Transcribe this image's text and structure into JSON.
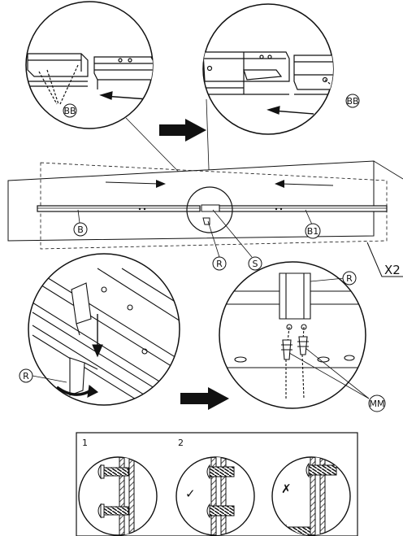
{
  "callouts": {
    "bb_top_left": "BB",
    "bb_top_right": "BB",
    "b": "B",
    "b1": "B1",
    "r_center": "R",
    "s_center": "S",
    "r_bracket_zoom": "R",
    "r_tilt_zoom": "R",
    "mm": "MM"
  },
  "quantity": "X2",
  "steps": {
    "one": "1",
    "two": "2"
  },
  "marks": {
    "correct": "✓",
    "wrong": "✗"
  }
}
